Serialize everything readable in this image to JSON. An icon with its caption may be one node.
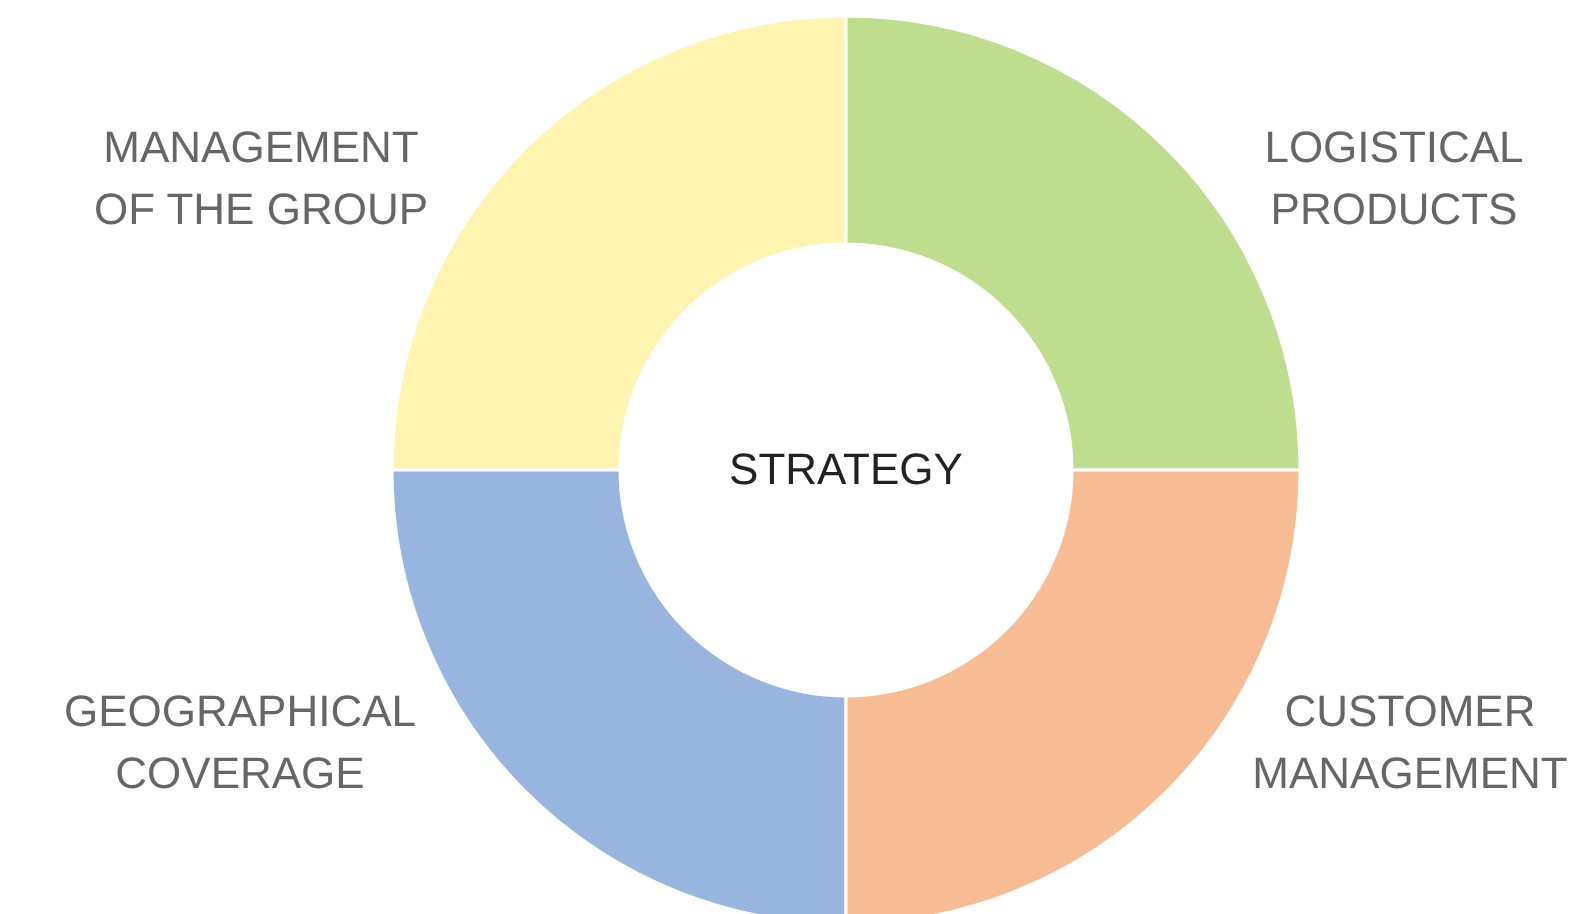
{
  "diagram": {
    "nodes": [
      {
        "text": [
          "MANAGEMENT OF THE GROUP"
        ]
      },
      {
        "text": [
          "LOGISTICAL PRODUCTS"
        ]
      },
      {
        "text": [
          "STRATEGY"
        ]
      },
      {
        "text": [
          "GEOGRAPHICAL COVERAGE"
        ]
      },
      {
        "text": [
          "CUSTOMER MANAGEMENT"
        ]
      }
    ],
    "edges": []
  }
}
